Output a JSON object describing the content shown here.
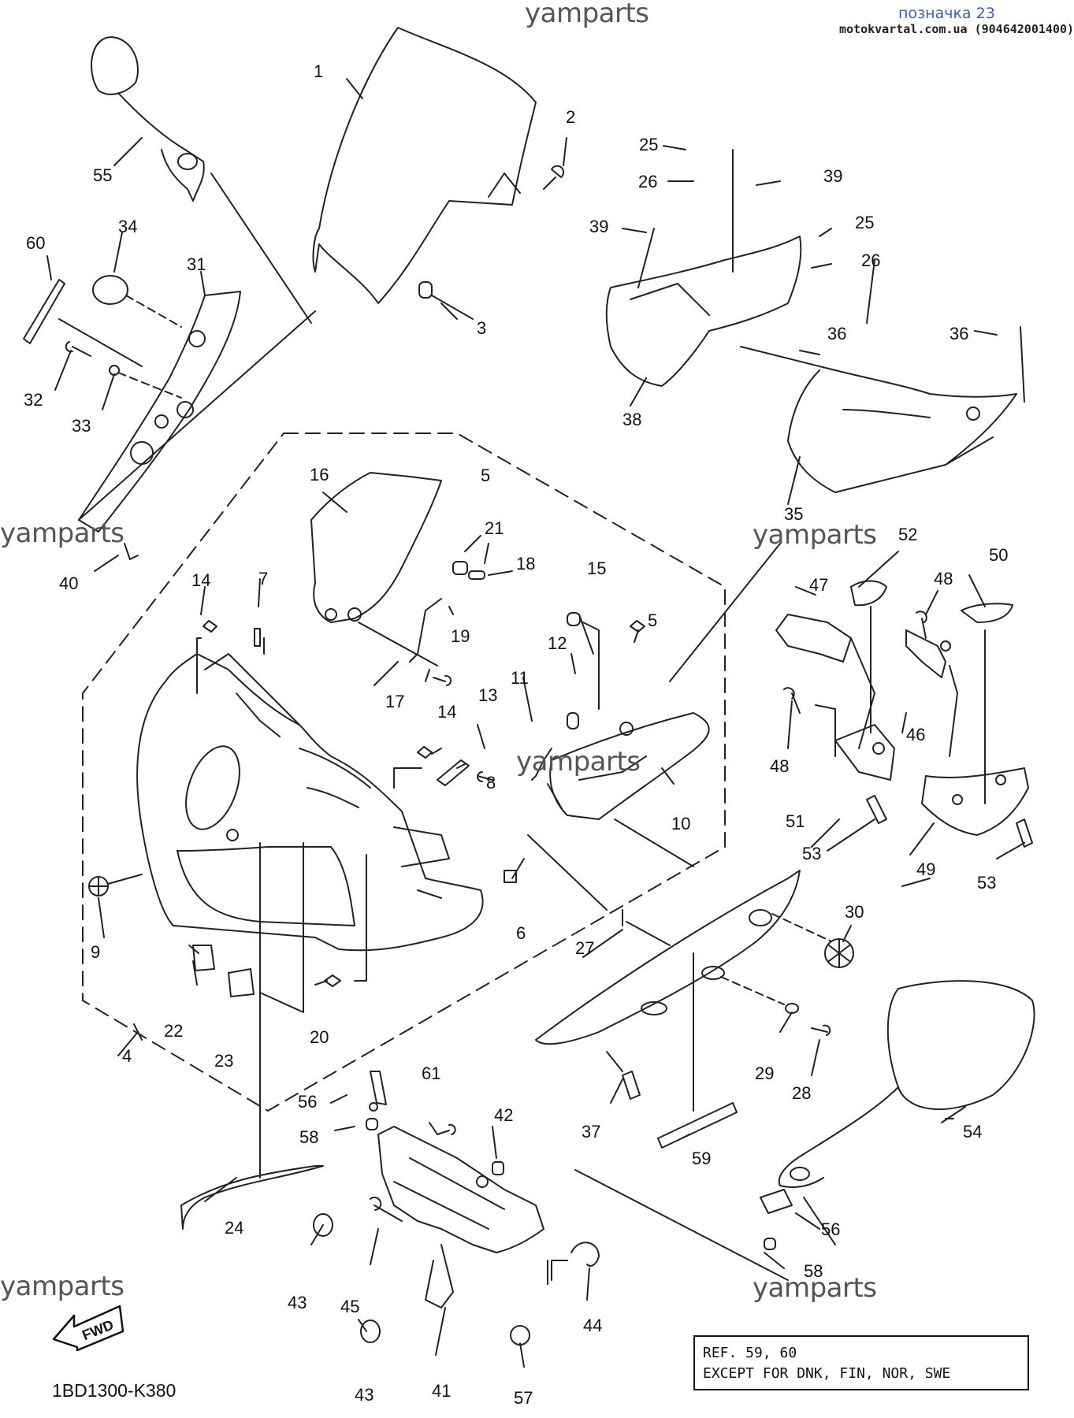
{
  "watermarks": {
    "top": "yamparts",
    "left_mid": "yamparts",
    "right_mid": "yamparts",
    "center": "yamparts",
    "bottom_left": "yamparts",
    "bottom_right": "yamparts"
  },
  "header": {
    "tag": "позначка 23",
    "site": "motokvartal.com.ua (904642001400)"
  },
  "diagram_code": "1BD1300-K380",
  "fwd_label": "FWD",
  "note": {
    "line1": "REF. 59, 60",
    "line2": "EXCEPT FOR DNK, FIN, NOR, SWE"
  },
  "callouts": [
    "1",
    "2",
    "3",
    "4",
    "5",
    "5",
    "6",
    "7",
    "8",
    "9",
    "10",
    "11",
    "12",
    "13",
    "14",
    "14",
    "15",
    "16",
    "17",
    "18",
    "19",
    "20",
    "21",
    "22",
    "23",
    "24",
    "25",
    "25",
    "26",
    "26",
    "27",
    "28",
    "29",
    "30",
    "31",
    "32",
    "33",
    "34",
    "35",
    "36",
    "36",
    "37",
    "38",
    "39",
    "39",
    "40",
    "41",
    "42",
    "43",
    "43",
    "44",
    "45",
    "46",
    "47",
    "48",
    "48",
    "49",
    "50",
    "51",
    "52",
    "53",
    "53",
    "54",
    "55",
    "56",
    "56",
    "57",
    "58",
    "58",
    "59",
    "60",
    "61"
  ]
}
